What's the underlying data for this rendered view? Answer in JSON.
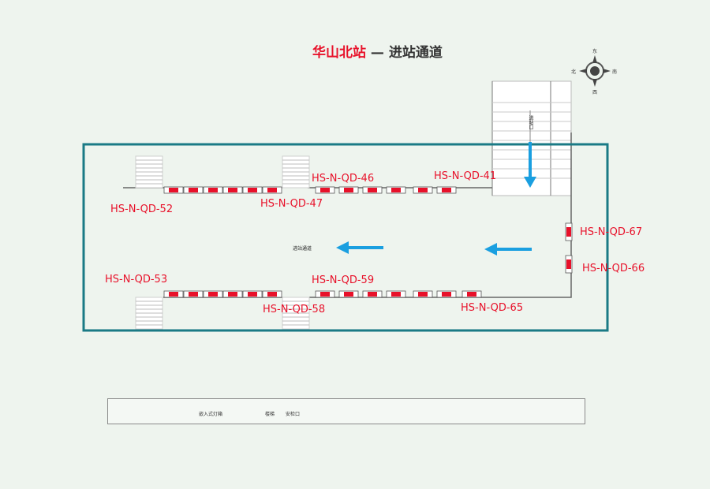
{
  "title": {
    "station": "华山北站",
    "separator": " — ",
    "subtitle": "进站通道"
  },
  "compass": {
    "north": "北",
    "south": "南",
    "east": "东",
    "west": "西"
  },
  "entrance_label": "进站口",
  "corridor_label": "进站通道",
  "ad_labels": {
    "qd52": "HS-N-QD-52",
    "qd47": "HS-N-QD-47",
    "qd46": "HS-N-QD-46",
    "qd41": "HS-N-QD-41",
    "qd67": "HS-N-QD-67",
    "qd66": "HS-N-QD-66",
    "qd53": "HS-N-QD-53",
    "qd59": "HS-N-QD-59",
    "qd58": "HS-N-QD-58",
    "qd65": "HS-N-QD-65"
  },
  "legend": {
    "ad_item": "嵌入式灯箱",
    "stairs_item": "楼梯",
    "gate_item": "安检口"
  },
  "colors": {
    "accent_red": "#e8112a",
    "frame_teal": "#1a7a85",
    "arrow_blue": "#1a9fe0"
  }
}
